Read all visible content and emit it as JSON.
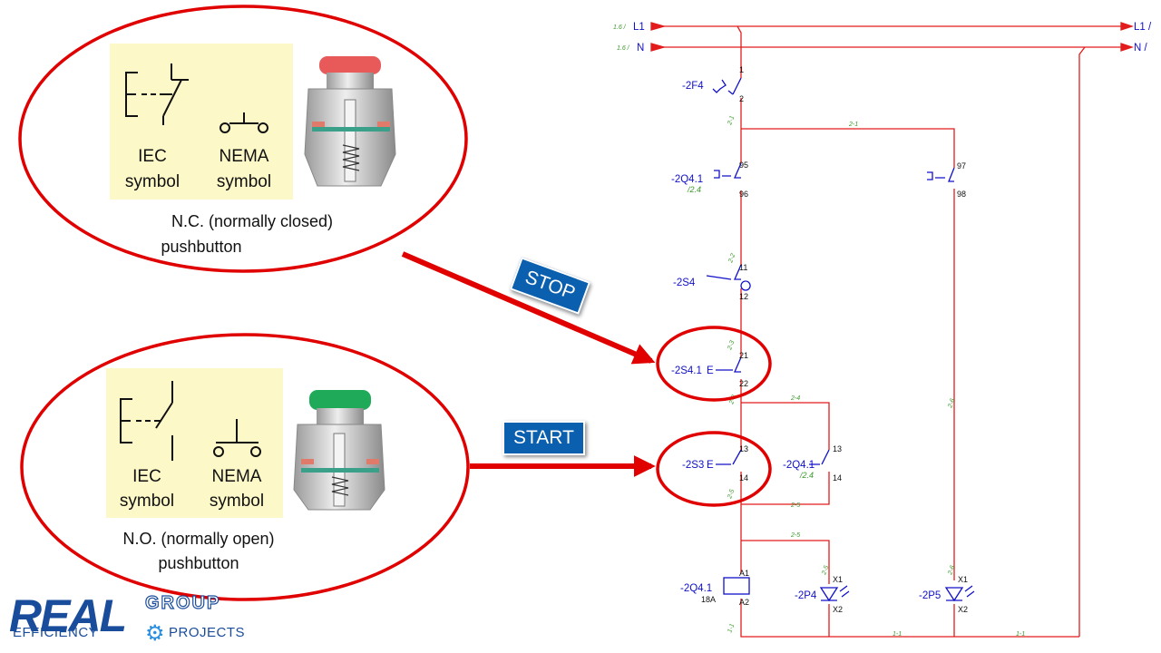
{
  "nc_panel": {
    "iec_caption": "IEC",
    "iec_caption2": "symbol",
    "nema_caption": "NEMA",
    "nema_caption2": "symbol",
    "description_line1": "N.C. (normally closed)",
    "description_line2": "pushbutton",
    "button_color": "#e85a5a"
  },
  "no_panel": {
    "iec_caption": "IEC",
    "iec_caption2": "symbol",
    "nema_caption": "NEMA",
    "nema_caption2": "symbol",
    "description_line1": "N.O. (normally open)",
    "description_line2": "pushbutton",
    "button_color": "#1faa5a"
  },
  "callouts": {
    "stop": "STOP",
    "start": "START"
  },
  "schematic": {
    "rail_top_ref": "1.6 /",
    "rail_top": "L1",
    "rail_top_right": "L1 /",
    "rail_n_ref": "1.6 /",
    "rail_n": "N",
    "rail_n_right": "N /",
    "f4": {
      "tag": "-2F4",
      "pin_a": "1",
      "pin_b": "2"
    },
    "q4_oc": {
      "tag": "-2Q4.1",
      "ref": "/2.4",
      "pin_a": "95",
      "pin_b": "96"
    },
    "oc_right": {
      "pin_a": "97",
      "pin_b": "98"
    },
    "s4": {
      "tag": "-2S4",
      "pin_a": "11",
      "pin_b": "12"
    },
    "s41": {
      "tag": "-2S4.1",
      "pin_a": "21",
      "pin_b": "22"
    },
    "s3": {
      "tag": "-2S3",
      "pin_a": "13",
      "pin_b": "14"
    },
    "q4_hold": {
      "tag": "-2Q4.1",
      "ref": "/2.4",
      "pin_a": "13",
      "pin_b": "14"
    },
    "coil": {
      "tag": "-2Q4.1",
      "rating": "18A",
      "pin_a": "A1",
      "pin_b": "A2"
    },
    "p4": {
      "tag": "-2P4",
      "pin_a": "X1",
      "pin_b": "X2"
    },
    "p5": {
      "tag": "-2P5",
      "pin_a": "X1",
      "pin_b": "X2"
    },
    "wire_numbers": {
      "w1": "2-1",
      "w2": "2-1",
      "w3": "2-2",
      "w4": "2-3",
      "w5": "2-3",
      "w6": "2-4",
      "w7": "2-5",
      "w8": "2-5",
      "w9": "2-5",
      "w10": "2-5",
      "w11": "2-6",
      "w12": "2-6",
      "w13": "1-1",
      "w14": "1-1",
      "w15": "1-1"
    },
    "contact_symbol_e": "E"
  },
  "logo": {
    "word1": "REAL",
    "word2": "GROUP",
    "word3": "EFFICIENCY",
    "word4": "PROJECTS"
  },
  "colors": {
    "wire": "#e21c1c",
    "component": "#1010c8",
    "wire_label": "#3a9a2a",
    "ellipse": "#e00000",
    "panel_bg": "#fdf8c8",
    "callout_bg": "#0a5fae"
  }
}
